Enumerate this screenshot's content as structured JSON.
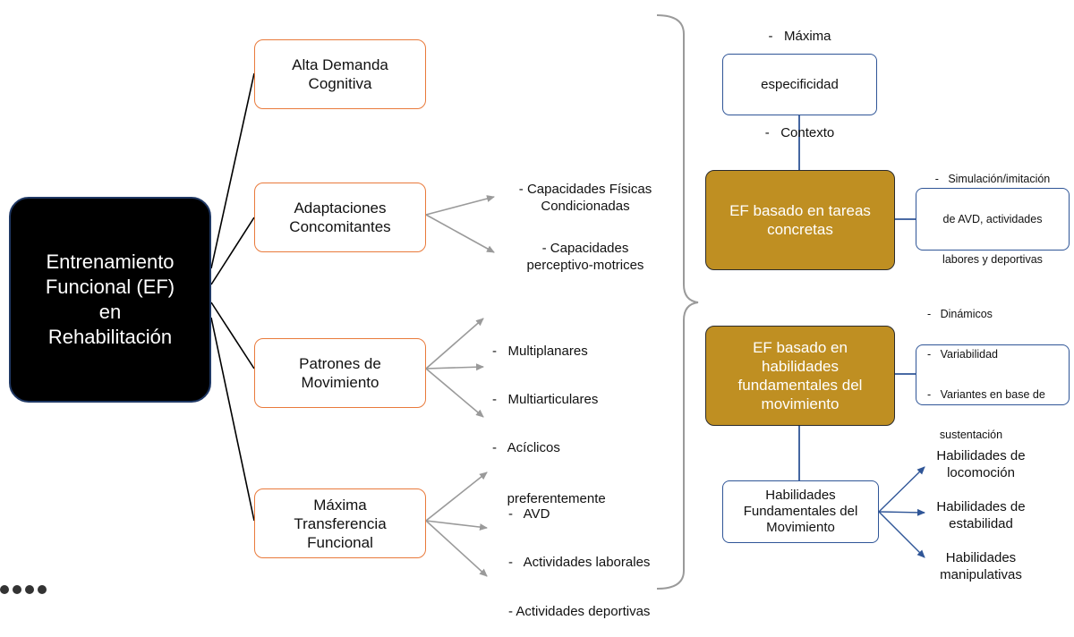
{
  "root": {
    "lines": [
      "Entrenamiento",
      "Funcional (EF)",
      "en",
      "Rehabilitación"
    ]
  },
  "orange_boxes": [
    {
      "lines": [
        "Alta Demanda",
        "Cognitiva"
      ]
    },
    {
      "lines": [
        "Adaptaciones",
        "Concomitantes"
      ]
    },
    {
      "lines": [
        "Patrones de",
        "Movimiento"
      ]
    },
    {
      "lines": [
        "Máxima",
        "Transferencia",
        "Funcional"
      ]
    }
  ],
  "adaptaciones_items": [
    {
      "lines": [
        "- Capacidades Físicas",
        "Condicionadas"
      ]
    },
    {
      "lines": [
        "- Capacidades",
        "perceptivo-motrices"
      ]
    }
  ],
  "patrones_items": [
    {
      "lines": [
        "-   Multiplanares"
      ]
    },
    {
      "lines": [
        "-   Multiarticulares"
      ]
    },
    {
      "lines": [
        "-   Acíclicos",
        "    preferentemente"
      ]
    }
  ],
  "transferencia_items": [
    {
      "lines": [
        "-   AVD"
      ]
    },
    {
      "lines": [
        "-   Actividades laborales"
      ]
    },
    {
      "lines": [
        "- Actividades deportivas"
      ]
    }
  ],
  "top_blue": {
    "lines": [
      "-   Máxima",
      "especificidad",
      "-   Contexto"
    ]
  },
  "gold_boxes": [
    {
      "lines": [
        "EF basado en tareas",
        "concretas"
      ]
    },
    {
      "lines": [
        "EF basado en",
        "habilidades",
        "fundamentales del",
        "movimiento"
      ]
    }
  ],
  "side_blue_1": {
    "lines": [
      "-   Simulación/imitación",
      "de AVD, actividades",
      "labores y deportivas"
    ]
  },
  "side_blue_2": {
    "lines": [
      "-   Dinámicos",
      "-   Variabilidad",
      "-   Variantes en base de",
      "    sustentación"
    ]
  },
  "bottom_blue": {
    "lines": [
      "Habilidades",
      "Fundamentales del",
      "Movimiento"
    ]
  },
  "habilidades_items": [
    {
      "lines": [
        "Habilidades de",
        "locomoción"
      ]
    },
    {
      "lines": [
        "Habilidades de",
        "estabilidad"
      ]
    },
    {
      "lines": [
        "Habilidades",
        "manipulativas"
      ]
    }
  ],
  "colors": {
    "root_fill": "#000000",
    "orange_border": "#e97a3b",
    "gold_fill": "#bf8f22",
    "blue_border": "#2f5597",
    "grey_arrow": "#9a9a9a"
  },
  "icons": [
    "cc-icon",
    "by-icon",
    "nc-icon",
    "sa-icon"
  ]
}
